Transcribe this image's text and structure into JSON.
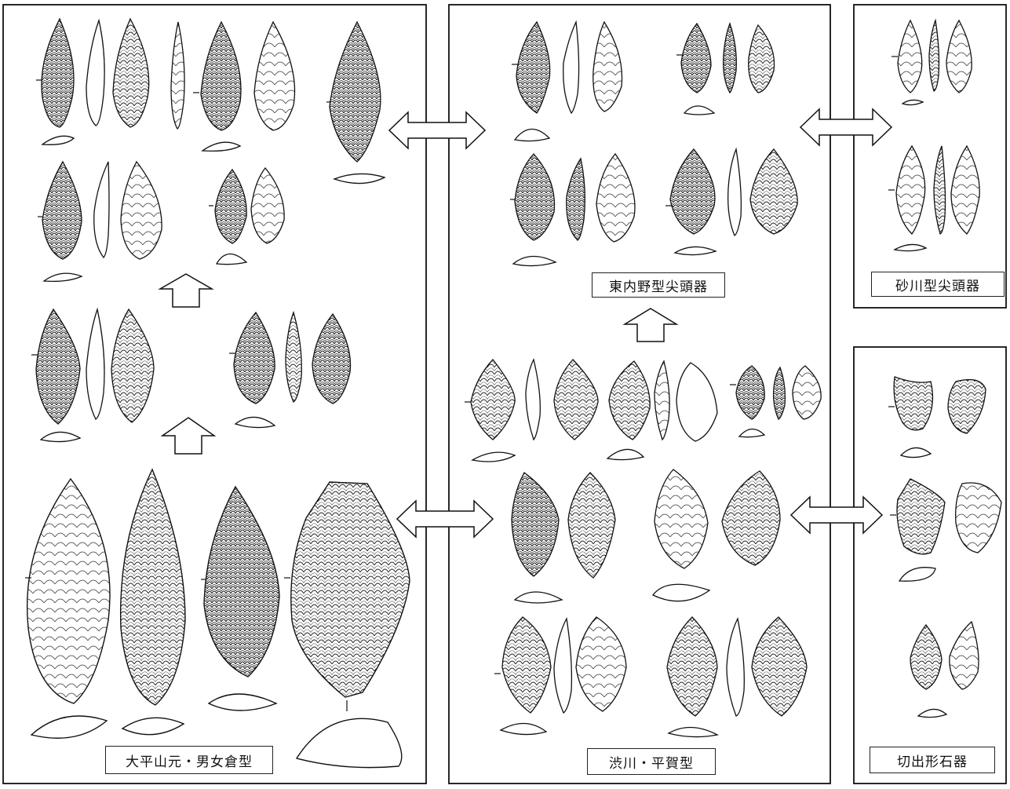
{
  "figure": {
    "labels": {
      "panel_a": "大平山元・男女倉型",
      "panel_b_upper": "東内野型尖頭器",
      "panel_b_lower": "渋川・平賀型",
      "panel_c_upper": "砂川型尖頭器",
      "panel_c_lower": "切出形石器"
    },
    "colors": {
      "line": "#111111",
      "fill": "#ffffff",
      "hatch": "#333333"
    }
  }
}
